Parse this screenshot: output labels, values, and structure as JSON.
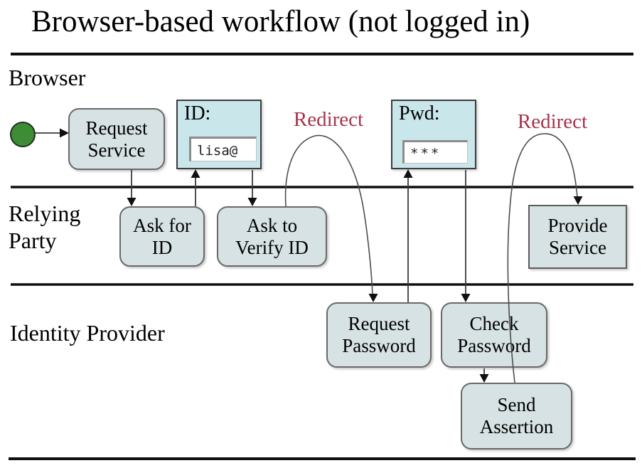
{
  "title": "Browser-based workflow (not logged in)",
  "lanes": {
    "browser": "Browser",
    "relying_party_l1": "Relying",
    "relying_party_l2": "Party",
    "identity_provider": "Identity Provider"
  },
  "nodes": {
    "request_service": {
      "l1": "Request",
      "l2": "Service"
    },
    "ask_for_id": {
      "l1": "Ask for",
      "l2": "ID"
    },
    "ask_to_verify_id": {
      "l1": "Ask to",
      "l2": "Verify ID"
    },
    "provide_service": {
      "l1": "Provide",
      "l2": "Service"
    },
    "request_password": {
      "l1": "Request",
      "l2": "Password"
    },
    "check_password": {
      "l1": "Check",
      "l2": "Password"
    },
    "send_assertion": {
      "l1": "Send",
      "l2": "Assertion"
    }
  },
  "forms": {
    "id": {
      "label": "ID:",
      "value": "lisa@"
    },
    "pwd": {
      "label": "Pwd:",
      "value": "***"
    }
  },
  "edges": {
    "redirect1": "Redirect",
    "redirect2": "Redirect"
  },
  "icons": {
    "start_state": "filled-green-circle"
  },
  "colors": {
    "node_fill": "#d6e2e3",
    "form_fill": "#c9e6ea",
    "redirect_red": "#a8334a",
    "start_green": "#3e8c36"
  }
}
